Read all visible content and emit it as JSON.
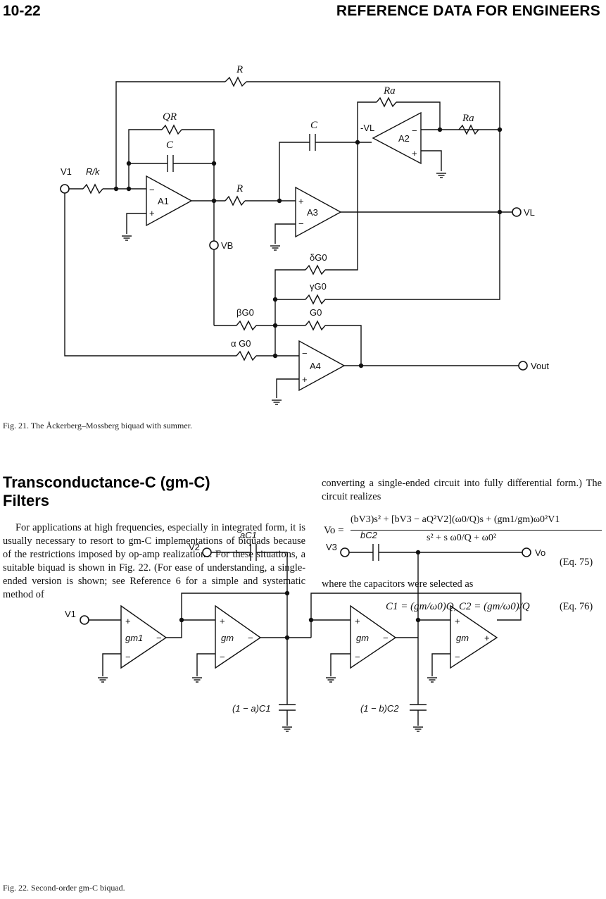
{
  "header": {
    "page_number": "10-22",
    "running_head": "REFERENCE DATA FOR ENGINEERS"
  },
  "fig21": {
    "caption": "Fig. 21. The Åckerberg–Mossberg biquad with summer.",
    "labels": {
      "R_top": "R",
      "Ra_top": "Ra",
      "Ra_right": "Ra",
      "QR": "QR",
      "C_a1": "C",
      "C_a3": "C",
      "neg_VL": "-VL",
      "A2": "A2",
      "V1": "V1",
      "R_over_k": "R/k",
      "A1": "A1",
      "R_mid": "R",
      "A3": "A3",
      "VL": "VL",
      "VB": "VB",
      "delta_G0": "δG0",
      "gamma_G0": "γG0",
      "beta_G0": "βG0",
      "G0": "G0",
      "alpha_G0": "α G0",
      "A4": "A4",
      "Vout": "Vout"
    }
  },
  "section": {
    "title_line1": "Transconductance-C (gm-C)",
    "title_line2": "Filters"
  },
  "body": {
    "left_paragraph": "For applications at high frequencies, especially in integrated form, it is usually necessary to resort to gm-C implementations of biquads because of the restrictions imposed by op-amp realizations. For these situations, a suitable biquad is shown in Fig. 22. (For ease of understanding, a single-ended version is shown; see Reference 6 for a simple and systematic method of",
    "right_intro": "converting a single-ended circuit into fully differential form.) The circuit realizes",
    "eq75_lhs": "Vo =",
    "eq75_numerator": "(bV3)s² + [bV3 − aQ²V2](ω0/Q)s + (gm1/gm)ω0²V1",
    "eq75_denominator": "s² + s ω0/Q + ω0²",
    "eq75_number": "(Eq. 75)",
    "right_where": "where the capacitors were selected as",
    "eq76": "C1 = (gm/ω0)Q,  C2 = (gm/ω0)/Q",
    "eq76_number": "(Eq. 76)"
  },
  "fig22": {
    "caption": "Fig. 22. Second-order gm-C biquad.",
    "labels": {
      "aC1": "aC1",
      "bC2": "bC2",
      "V2": "V2",
      "V3": "V3",
      "Vo": "Vo",
      "V1": "V1",
      "gm1": "gm1",
      "gm_a": "gm",
      "gm_b": "gm",
      "gm_c": "gm",
      "cap1": "(1 − a)C1",
      "cap2": "(1 − b)C2"
    }
  }
}
